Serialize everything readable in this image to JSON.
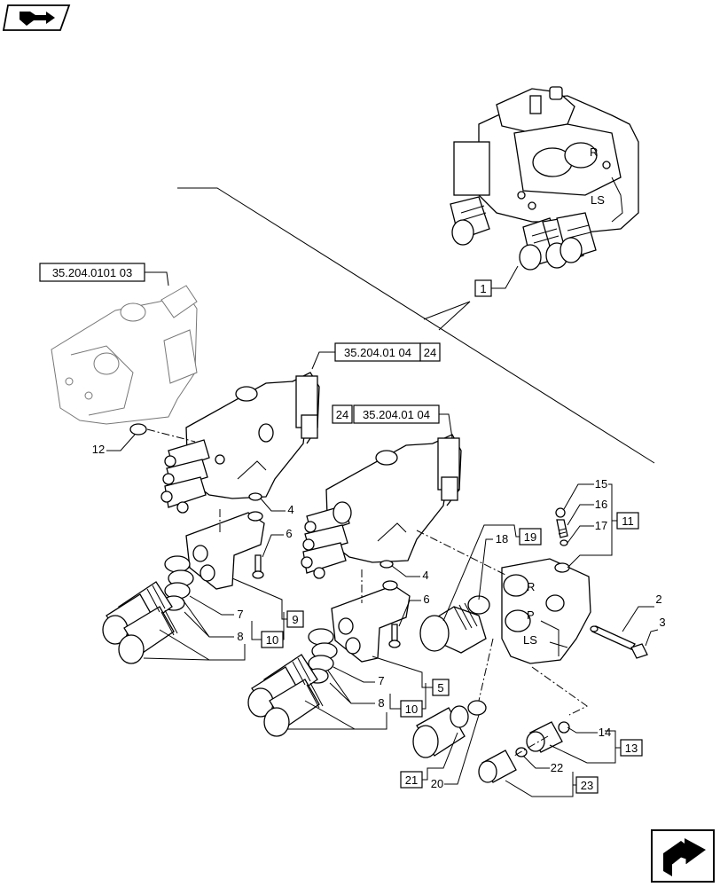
{
  "icons": {
    "top_left": "book-arrow-icon",
    "bottom_right": "next-page-arrow-icon"
  },
  "references": {
    "ref_top_left": "35.204.0101 03",
    "ref_mid": "35.204.01 04",
    "ref_mid_qty": "24",
    "ref_lower_qty": "24",
    "ref_lower": "35.204.01 04"
  },
  "callouts": {
    "c1": "1",
    "c2": "2",
    "c3": "3",
    "c4a": "4",
    "c4b": "4",
    "c5": "5",
    "c6a": "6",
    "c6b": "6",
    "c7a": "7",
    "c7b": "7",
    "c8a": "8",
    "c8b": "8",
    "c9": "9",
    "c10a": "10",
    "c10b": "10",
    "c11": "11",
    "c12": "12",
    "c13": "13",
    "c14": "14",
    "c15": "15",
    "c16": "16",
    "c17": "17",
    "c18": "18",
    "c19": "19",
    "c20": "20",
    "c21": "21",
    "c22": "22",
    "c23": "23"
  }
}
